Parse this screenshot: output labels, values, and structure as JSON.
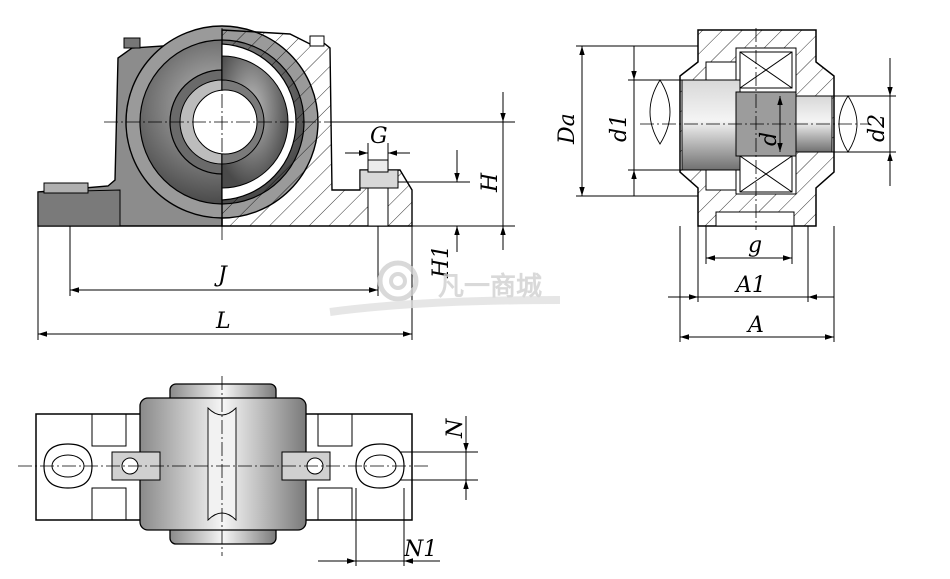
{
  "labels": {
    "G": "G",
    "H": "H",
    "H1": "H1",
    "J": "J",
    "L": "L",
    "Da": "Da",
    "d1": "d1",
    "d": "d",
    "d2": "d2",
    "g": "g",
    "A1": "A1",
    "A": "A",
    "N": "N",
    "N1": "N1"
  },
  "watermark": "凡一商城"
}
